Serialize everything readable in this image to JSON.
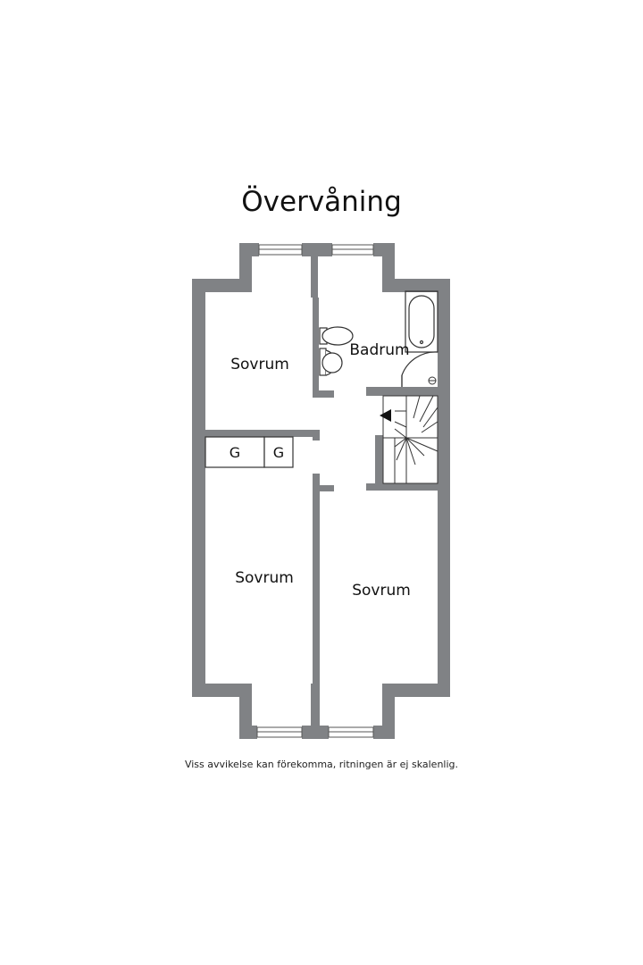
{
  "title": "Övervåning",
  "rooms": {
    "bedroom_top_left": "Sovrum",
    "bathroom": "Badrum",
    "bedroom_bottom_left": "Sovrum",
    "bedroom_bottom_right": "Sovrum"
  },
  "wardrobes": [
    "G",
    "G"
  ],
  "disclaimer": "Viss avvikelse kan förekomma, ritningen är ej skalenlig.",
  "colors": {
    "wall": "#808285",
    "line": "#333333",
    "background": "#ffffff"
  }
}
